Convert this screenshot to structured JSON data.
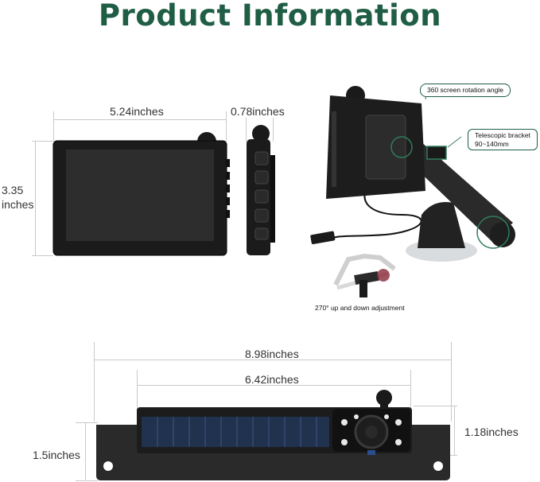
{
  "title": "Product Information",
  "monitor_front": {
    "width_label": "5.24inches",
    "height_label_line1": "3.35",
    "height_label_line2": "inches"
  },
  "monitor_side": {
    "depth_label": "0.78inches"
  },
  "mount_callouts": {
    "rotation": "360  screen rotation angle",
    "bracket_line1": "Telescopic bracket",
    "bracket_line2": "90~140mm",
    "adjustment": "270° up and down adjustment"
  },
  "camera": {
    "plate_width_label": "8.98inches",
    "camera_width_label": "6.42inches",
    "camera_height_label": "1.18inches",
    "plate_height_label": "1.5inches"
  },
  "colors": {
    "title": "#1f5e45",
    "callout_border": "#1f5e45",
    "device": "#1b1b1b"
  }
}
